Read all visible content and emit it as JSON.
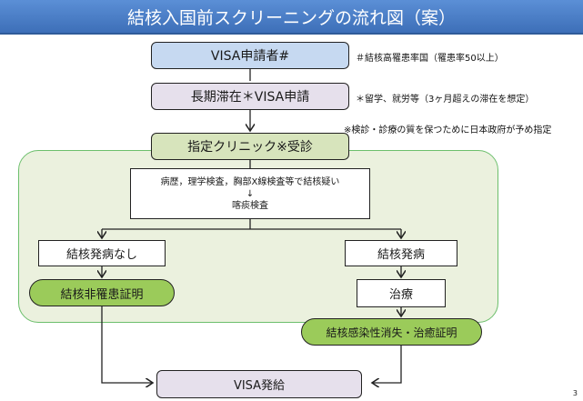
{
  "title": "結核入国前スクリーニングの流れ図（案）",
  "colors": {
    "title_bg": "#4a7cc6",
    "applicant_box": "#c6d9f1",
    "long_stay_box": "#e6e0ec",
    "clinic_box": "#d7e4bc",
    "region_bg": "#ebf1de",
    "region_border": "#6cbf6c",
    "certificate_pill": "#9bcb5a",
    "visa_issue_box": "#e6e0ec"
  },
  "nodes": {
    "applicant": "VISA申請者#",
    "long_stay": "長期滞在＊VISA申請",
    "clinic": "指定クリニック※受診",
    "exam_line1": "病歴，理学検査，胸部X線検査等で結核疑い",
    "exam_arrow": "↓",
    "exam_line2": "喀痰検査",
    "no_tb": "結核発病なし",
    "tb": "結核発病",
    "non_infection_cert": "結核非罹患証明",
    "treatment": "治療",
    "cure_cert": "結核感染性消失・治癒証明",
    "visa_issue": "VISA発給"
  },
  "notes": {
    "hash_note": "＃結核高罹患率国（罹患率50以上）",
    "star_note": "＊留学、就労等（3ヶ月超えの滞在を想定）",
    "kome_note": "※検診・診療の質を保つために日本政府が予め指定"
  },
  "page_number": "3"
}
